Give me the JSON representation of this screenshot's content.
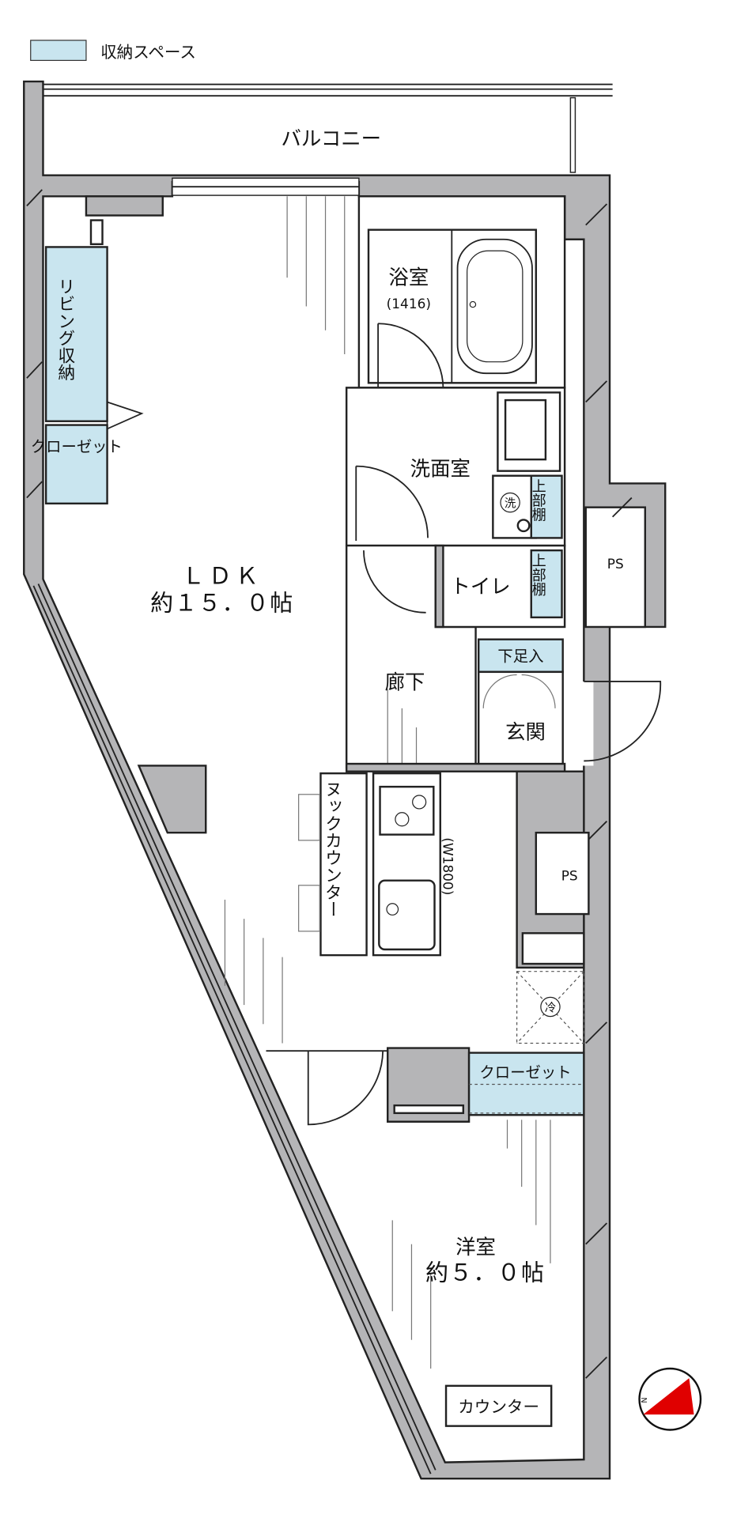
{
  "legend": {
    "label": "収納スペース",
    "color": "#c9e5ef"
  },
  "colors": {
    "wall": "#b5b5b7",
    "storage": "#c9e5ef",
    "compass": "#e00000"
  },
  "rooms": {
    "balcony": "バルコニー",
    "ldk_name": "ＬＤＫ",
    "ldk_size": "約１５．０帖",
    "bath": "浴室",
    "bath_size": "(1416)",
    "washroom": "洗面室",
    "washer": "洗",
    "upper_shelf_1": "上部棚",
    "upper_shelf_2": "上部棚",
    "toilet": "トイレ",
    "corridor": "廊下",
    "shoe_storage": "下足入",
    "entrance": "玄関",
    "ps_top": "PS",
    "ps_mid": "PS",
    "living_storage": "リビング収納",
    "closet_ldk": "クローゼット",
    "nook_counter": "ヌックカウンター",
    "kitchen_width": "(W1800)",
    "fridge": "冷",
    "closet_bedroom": "クローゼット",
    "bedroom_name": "洋室",
    "bedroom_size": "約５．０帖",
    "counter": "カウンター"
  },
  "compass": {
    "north_label": "N"
  }
}
